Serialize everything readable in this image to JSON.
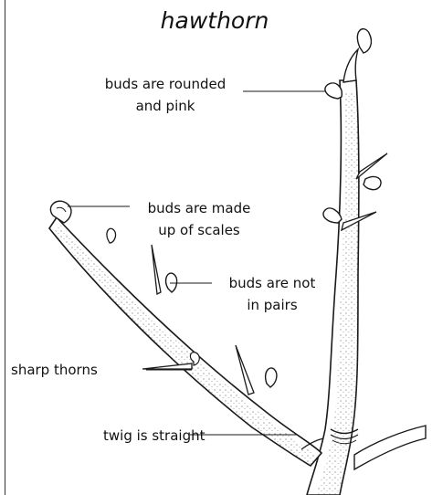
{
  "title": "hawthorn",
  "annotations": {
    "buds_rounded": [
      "buds are rounded",
      "and pink"
    ],
    "buds_scales": [
      "buds are made",
      "up of scales"
    ],
    "buds_pairs": [
      "buds are not",
      "in pairs"
    ],
    "sharp_thorns": "sharp thorns",
    "twig_straight": "twig is straight"
  },
  "colors": {
    "ink": "#1a1a1a",
    "background": "#ffffff"
  }
}
